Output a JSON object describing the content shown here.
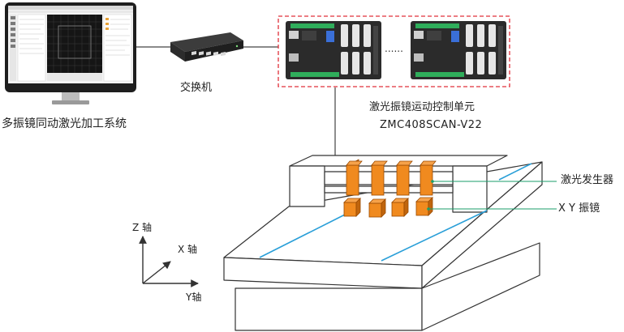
{
  "labels": {
    "pc_system": "多振镜同动激光加工系统",
    "switch": "交换机",
    "controller_name": "激光振镜运动控制单元",
    "controller_model": "ZMC408SCAN-V22",
    "laser_generator": "激光发生器",
    "xy_galvo": "X Y 振镜",
    "axis_z": "Z 轴",
    "axis_x": "X 轴",
    "axis_y": "Y轴",
    "ellipsis": "......"
  },
  "colors": {
    "line": "#333333",
    "dashed_box": "#e0303a",
    "laser_orange": "#f08a1f",
    "connector_green": "#1a9e6a",
    "scan_line_blue": "#2a9fd8",
    "controller_body": "#2b2b2b",
    "controller_green": "#2fae5b"
  }
}
